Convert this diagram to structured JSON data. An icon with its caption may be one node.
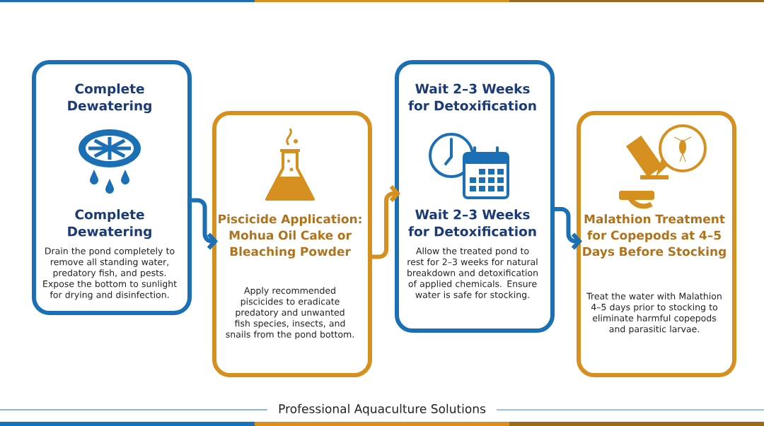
{
  "diagram": {
    "nodes": [
      {
        "text": [
          "Complete Dewatering",
          "Complete Dewatering",
          "Drain the pond completely to remove all standing water, predatory fish, and pests. Expose the bottom to sunlight for drying and disinfection."
        ]
      },
      {
        "text": [
          "Piscicide Application: Mohua Oil Cake or Bleaching Powder",
          "Apply recommended piscicides to eradicate predatory and unwanted fish species, insects, and snails from the pond bottom."
        ]
      },
      {
        "text": [
          "Wait 2–3 Weeks for Detoxification",
          "Wait 2–3 Weeks for Detoxification",
          "Allow the treated pond to rest for 2–3 weeks for natural breakdown and detoxification of applied chemicals. Ensure water is safe for stocking."
        ]
      },
      {
        "text": [
          "Malathion Treatment for Copepods at 4–5 Days Before Stocking",
          "Treat the water with Malathion 4–5 days prior to stocking to eliminate harmful copepods and parasitic larvae."
        ]
      }
    ],
    "edges": [
      {
        "from": 0,
        "to": 1,
        "arrow": "to"
      },
      {
        "from": 1,
        "to": 2,
        "arrow": "to",
        "color": "#d6901f"
      },
      {
        "from": 2,
        "to": 3,
        "arrow": "to"
      }
    ],
    "labels": [
      "Professional Aquaculture Solutions"
    ]
  }
}
